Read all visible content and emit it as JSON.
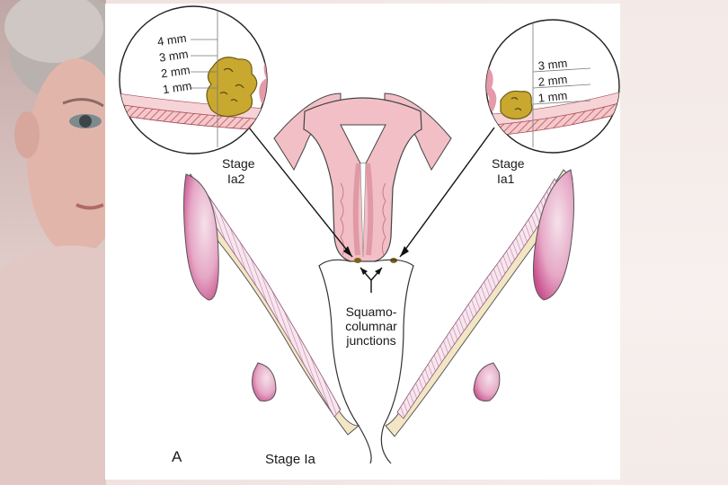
{
  "figure": {
    "panel_letter": "A",
    "stage_main": "Stage Ia",
    "left_stage": {
      "line1": "Stage",
      "line2": "Ia2"
    },
    "right_stage": {
      "line1": "Stage",
      "line2": "Ia1"
    },
    "left_scale": [
      "4 mm",
      "3 mm",
      "2 mm",
      "1 mm"
    ],
    "right_scale": [
      "3 mm",
      "2 mm",
      "1 mm"
    ],
    "junction_label": [
      "Squamo-",
      "columnar",
      "junctions"
    ]
  },
  "colors": {
    "tissue_pink": "#f2bfc6",
    "tissue_magenta": "#d96aa0",
    "lesion_gold": "#c9a830",
    "cream_layer": "#f3e6c4",
    "hatch_red": "#c9686e"
  }
}
